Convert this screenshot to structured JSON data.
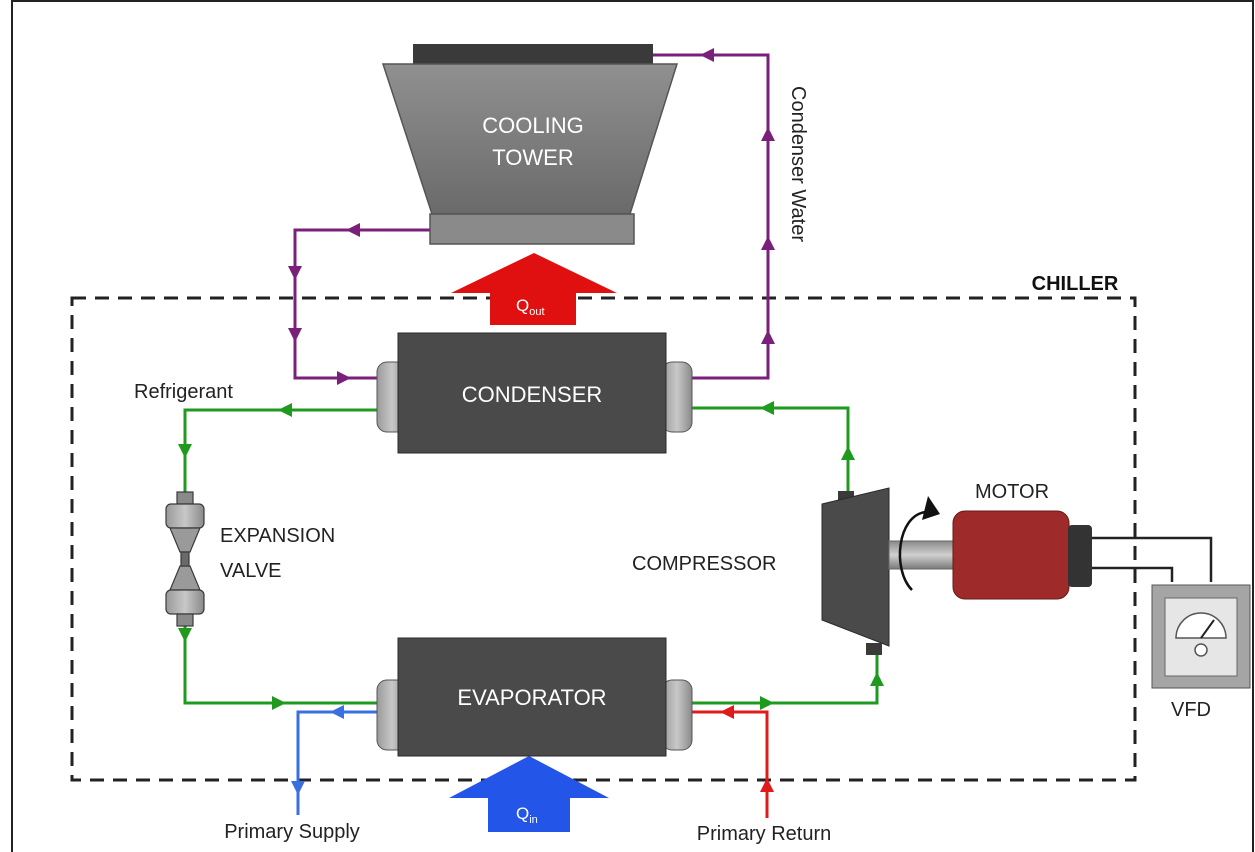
{
  "components": {
    "cooling_tower": {
      "line1": "COOLING",
      "line2": "TOWER"
    },
    "condenser": "CONDENSER",
    "evaporator": "EVAPORATOR",
    "compressor": "COMPRESSOR",
    "motor": "MOTOR",
    "expansion_valve": {
      "line1": "EXPANSION",
      "line2": "VALVE"
    },
    "vfd": "VFD"
  },
  "labels": {
    "chiller": "CHILLER",
    "refrigerant": "Refrigerant",
    "condenser_water": "Condenser Water",
    "primary_supply": "Primary Supply",
    "primary_return": "Primary Return"
  },
  "heat": {
    "q_out": {
      "symbol": "Q",
      "subscript": "out"
    },
    "q_in": {
      "symbol": "Q",
      "subscript": "in"
    }
  },
  "colors": {
    "refrigerant_loop": "#1f9a1f",
    "condenser_water_loop": "#7a1f7a",
    "primary_supply": "#3a6fe0",
    "primary_return": "#e01b1b",
    "q_out_arrow": "#e01010",
    "q_in_arrow": "#2255e8",
    "equipment_dark": "#4a4a4a",
    "motor": "#9e2a2a"
  }
}
